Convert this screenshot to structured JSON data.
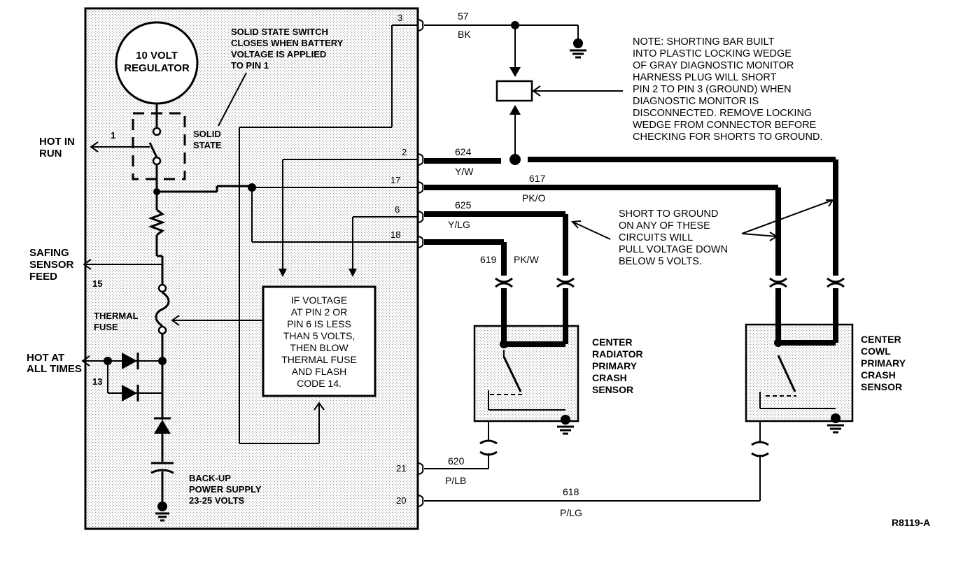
{
  "module": {
    "regulator_label_1": "10 VOLT",
    "regulator_label_2": "REGULATOR",
    "switch_note": [
      "SOLID STATE SWITCH",
      "CLOSES WHEN BATTERY",
      "VOLTAGE IS APPLIED",
      "TO PIN 1"
    ],
    "solid_state": [
      "SOLID",
      "STATE"
    ],
    "thermal_fuse": [
      "THERMAL",
      "FUSE"
    ],
    "logic_box": [
      "IF VOLTAGE",
      "AT PIN 2 OR",
      "PIN 6 IS LESS",
      "THAN 5 VOLTS,",
      "THEN BLOW",
      "THERMAL FUSE",
      "AND FLASH",
      "CODE 14."
    ],
    "backup": [
      "BACK-UP",
      "POWER SUPPLY",
      "23-25 VOLTS"
    ]
  },
  "left_labels": {
    "hot_in_run": [
      "HOT IN",
      "RUN"
    ],
    "pin_1": "1",
    "safing": [
      "SAFING",
      "SENSOR",
      "FEED"
    ],
    "pin_15": "15",
    "hot_at_all": [
      "HOT AT",
      "ALL TIMES"
    ],
    "pin_13": "13"
  },
  "pins": {
    "p3": "3",
    "p2": "2",
    "p17": "17",
    "p6": "6",
    "p18": "18",
    "p21": "21",
    "p20": "20"
  },
  "wires": {
    "w57": "57",
    "w57_color": "BK",
    "w624": "624",
    "w624_color": "Y/W",
    "w617": "617",
    "w617_color": "PK/O",
    "w625": "625",
    "w625_color": "Y/LG",
    "w619": "619",
    "w619_color": "PK/W",
    "w620": "620",
    "w620_color": "P/LB",
    "w618": "618",
    "w618_color": "P/LG"
  },
  "note": [
    "NOTE: SHORTING BAR BUILT",
    "INTO PLASTIC LOCKING WEDGE",
    "OF GRAY DIAGNOSTIC MONITOR",
    "HARNESS PLUG WILL SHORT",
    "PIN 2 TO PIN 3 (GROUND) WHEN",
    "DIAGNOSTIC MONITOR IS",
    "DISCONNECTED. REMOVE LOCKING",
    "WEDGE FROM CONNECTOR BEFORE",
    "CHECKING FOR SHORTS TO GROUND."
  ],
  "short_note": [
    "SHORT TO GROUND",
    "ON ANY OF THESE",
    "CIRCUITS WILL",
    "PULL VOLTAGE DOWN",
    "BELOW 5 VOLTS."
  ],
  "sensors": {
    "radiator": [
      "CENTER",
      "RADIATOR",
      "PRIMARY",
      "CRASH",
      "SENSOR"
    ],
    "cowl": [
      "CENTER",
      "COWL",
      "PRIMARY",
      "CRASH",
      "SENSOR"
    ]
  },
  "figure_code": "R8119-A"
}
